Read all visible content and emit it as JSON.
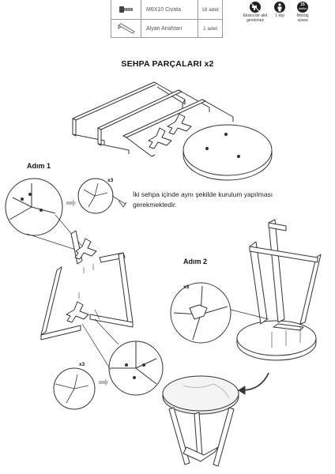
{
  "parts": [
    {
      "icon": "bolt-icon",
      "name": "M6X10 Civata",
      "qty": "18 adet"
    },
    {
      "icon": "allen-key-icon",
      "name": "Alyan Anahtarı",
      "qty": "1 adet"
    }
  ],
  "info_icons": [
    {
      "icon": "no-power-tool-icon",
      "label_line1": "Ekstra bir alet",
      "label_line2": "gerekmez"
    },
    {
      "icon": "person-icon",
      "label_line1": "1 kişi",
      "label_line2": ""
    },
    {
      "icon": "clock-icon",
      "badge_top": "15",
      "badge_bottom": "dakika",
      "label_line1": "Montaj",
      "label_line2": "süresi"
    }
  ],
  "title": "SEHPA PARÇALARI x2",
  "step1": {
    "label": "Adım 1",
    "multiplier": "x3"
  },
  "note": "İki sehpa içinde aynı şekilde kurulum yapılması gerekmektedir.",
  "step2": {
    "label": "Adım 2",
    "multiplier": "x3"
  },
  "step1_bottom_multiplier": "x3"
}
